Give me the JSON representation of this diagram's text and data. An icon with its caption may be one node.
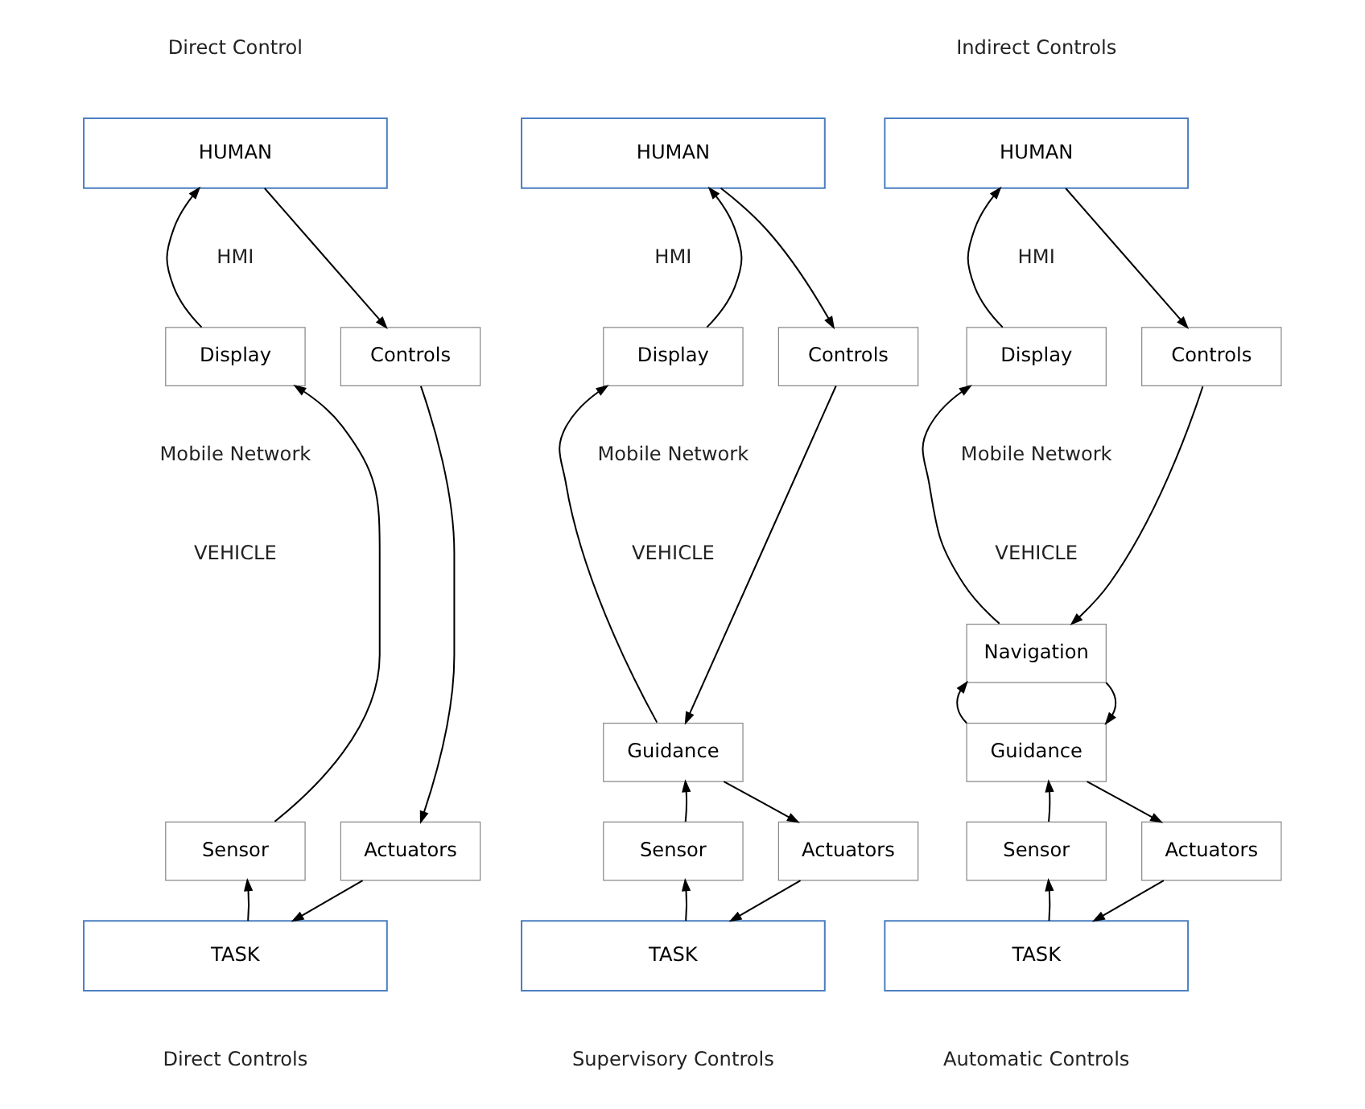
{
  "diagram": {
    "nodes": [
      {
        "text": [
          "HUMAN"
        ]
      },
      {
        "text": [
          "Display"
        ]
      },
      {
        "text": [
          "Controls"
        ]
      },
      {
        "text": [
          "Sensor"
        ]
      },
      {
        "text": [
          "Actuators"
        ]
      },
      {
        "text": [
          "TASK"
        ]
      },
      {
        "text": [
          "HUMAN"
        ]
      },
      {
        "text": [
          "Display"
        ]
      },
      {
        "text": [
          "Controls"
        ]
      },
      {
        "text": [
          "Guidance"
        ]
      },
      {
        "text": [
          "Sensor"
        ]
      },
      {
        "text": [
          "Actuators"
        ]
      },
      {
        "text": [
          "TASK"
        ]
      },
      {
        "text": [
          "HUMAN"
        ]
      },
      {
        "text": [
          "Display"
        ]
      },
      {
        "text": [
          "Controls"
        ]
      },
      {
        "text": [
          "Navigation"
        ]
      },
      {
        "text": [
          "Guidance"
        ]
      },
      {
        "text": [
          "Sensor"
        ]
      },
      {
        "text": [
          "Actuators"
        ]
      },
      {
        "text": [
          "TASK"
        ]
      }
    ],
    "edges": [
      {
        "from": 1,
        "to": 0,
        "arrow": "to"
      },
      {
        "from": 0,
        "to": 2,
        "arrow": "to"
      },
      {
        "from": 3,
        "to": 1,
        "arrow": "to"
      },
      {
        "from": 2,
        "to": 4,
        "arrow": "to"
      },
      {
        "from": 5,
        "to": 3,
        "arrow": "to"
      },
      {
        "from": 4,
        "to": 5,
        "arrow": "to"
      },
      {
        "from": 7,
        "to": 6,
        "arrow": "to"
      },
      {
        "from": 6,
        "to": 8,
        "arrow": "to"
      },
      {
        "from": 9,
        "to": 7,
        "arrow": "to"
      },
      {
        "from": 8,
        "to": 9,
        "arrow": "to"
      },
      {
        "from": 10,
        "to": 9,
        "arrow": "to"
      },
      {
        "from": 9,
        "to": 11,
        "arrow": "to"
      },
      {
        "from": 12,
        "to": 10,
        "arrow": "to"
      },
      {
        "from": 11,
        "to": 12,
        "arrow": "to"
      },
      {
        "from": 14,
        "to": 13,
        "arrow": "to"
      },
      {
        "from": 13,
        "to": 15,
        "arrow": "to"
      },
      {
        "from": 16,
        "to": 14,
        "arrow": "to"
      },
      {
        "from": 15,
        "to": 16,
        "arrow": "to"
      },
      {
        "from": 17,
        "to": 16,
        "arrow": "to"
      },
      {
        "from": 16,
        "to": 17,
        "arrow": "to"
      },
      {
        "from": 18,
        "to": 17,
        "arrow": "to"
      },
      {
        "from": 17,
        "to": 19,
        "arrow": "to"
      },
      {
        "from": 20,
        "to": 18,
        "arrow": "to"
      },
      {
        "from": 19,
        "to": 20,
        "arrow": "to"
      }
    ],
    "labels": [
      "Direct Control",
      "Indirect Controls",
      "HMI",
      "HMI",
      "HMI",
      "Mobile Network",
      "Mobile Network",
      "Mobile Network",
      "VEHICLE",
      "VEHICLE",
      "VEHICLE",
      "Direct Controls",
      "Supervisory Controls",
      "Automatic Controls"
    ]
  }
}
